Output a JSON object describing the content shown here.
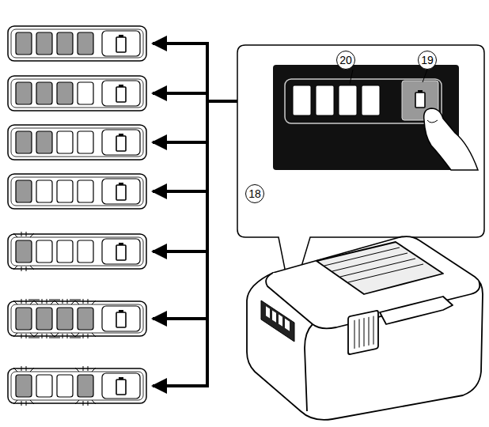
{
  "diagram": {
    "labels": [
      "20",
      "19",
      "18"
    ]
  }
}
